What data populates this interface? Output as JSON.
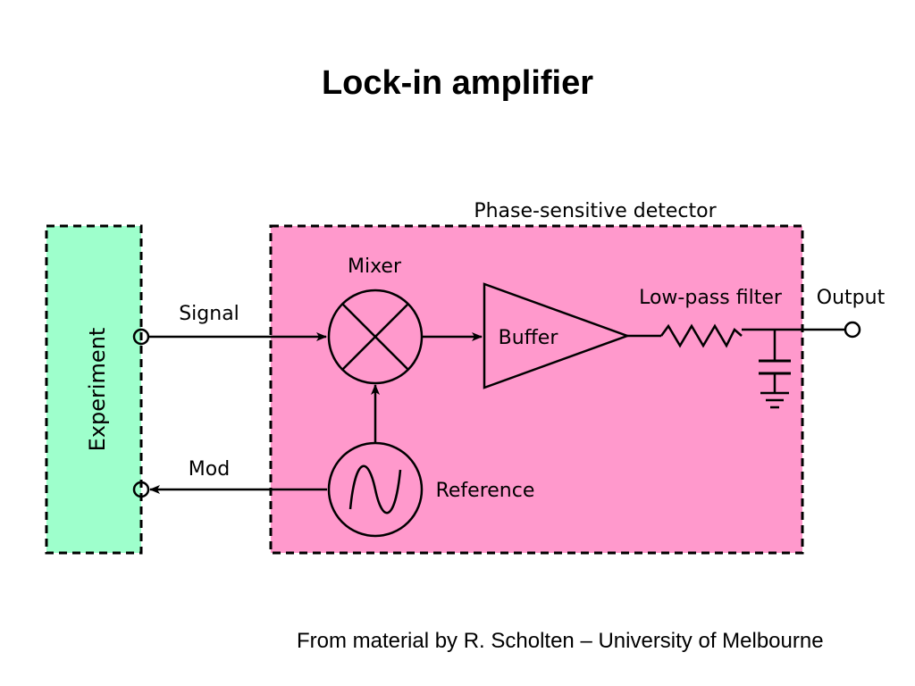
{
  "title": "Lock-in amplifier",
  "credit": "From material by R. Scholten – University of Melbourne",
  "colors": {
    "experiment_fill": "#9effcc",
    "detector_fill": "#ff99cc",
    "line": "#000000"
  },
  "diagram": {
    "experiment_label": "Experiment",
    "detector_label": "Phase-sensitive detector",
    "signal_label": "Signal",
    "mod_label": "Mod",
    "mixer_label": "Mixer",
    "buffer_label": "Buffer",
    "filter_label": "Low-pass filter",
    "output_label": "Output",
    "reference_label": "Reference"
  },
  "icons": {
    "mixer": "circled-x-icon",
    "reference": "sine-source-icon",
    "buffer": "triangle-amplifier-icon",
    "resistor": "zigzag-resistor-icon",
    "capacitor": "capacitor-icon",
    "ground": "ground-icon"
  }
}
